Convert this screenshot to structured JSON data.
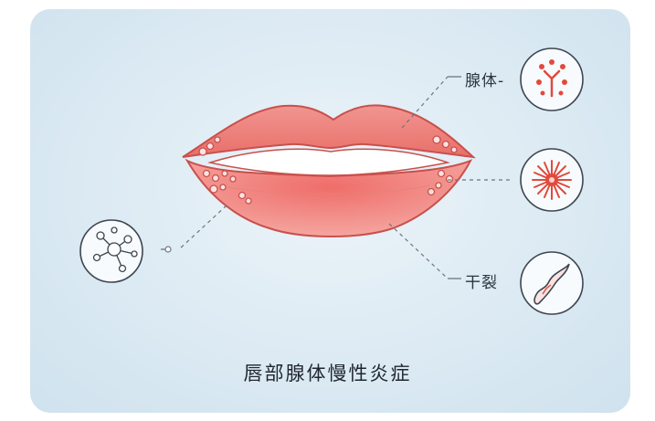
{
  "title": "唇部腺体慢性炎症",
  "labels": {
    "gland": "腺体-",
    "dry_crack": "干裂"
  },
  "icons": [
    {
      "name": "gland-icon",
      "position": "top-right"
    },
    {
      "name": "inflammation-icon",
      "position": "middle-right"
    },
    {
      "name": "crack-icon",
      "position": "bottom-right"
    },
    {
      "name": "cell-network-icon",
      "position": "left"
    }
  ],
  "colors": {
    "lip": "#f07c78",
    "lip_dark": "#c9504c",
    "accent_red": "#e14a3c",
    "line": "#6e7580",
    "background": "#dceaf3"
  }
}
